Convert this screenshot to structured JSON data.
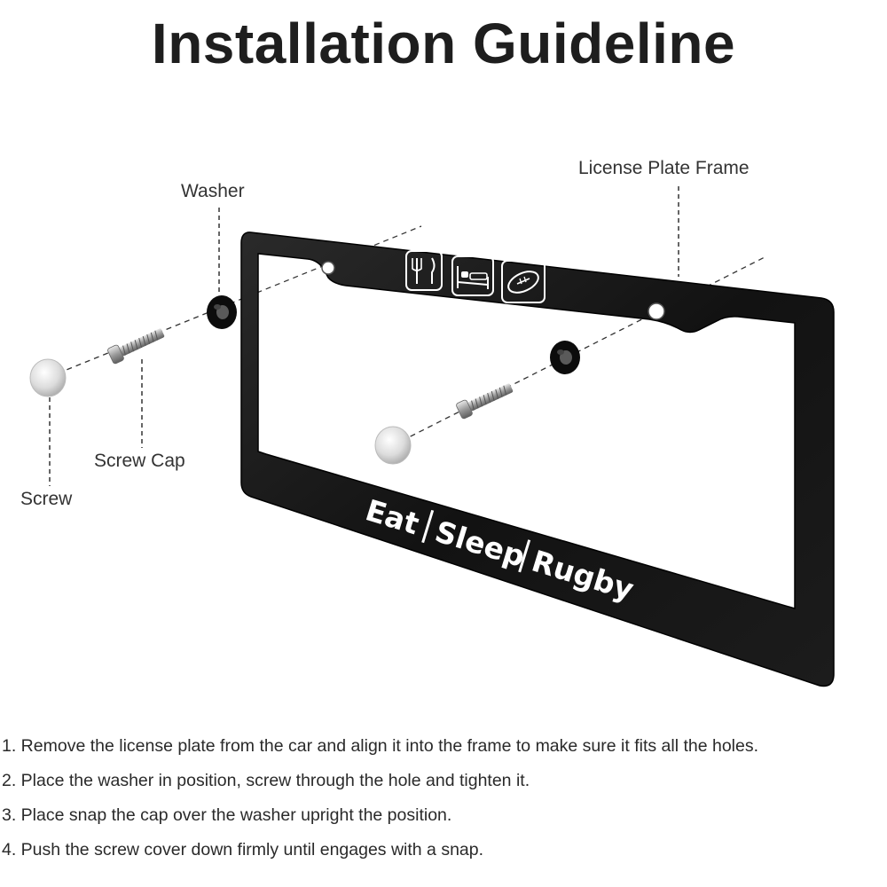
{
  "title": "Installation Guideline",
  "labels": {
    "license_plate_frame": "License Plate Frame",
    "washer": "Washer",
    "screw_cap": "Screw Cap",
    "screw": "Screw"
  },
  "frame": {
    "slogan_eat": "Eat",
    "slogan_sleep": "Sleep",
    "slogan_rugby": "Rugby",
    "icons": [
      "fork-knife-icon",
      "bed-icon",
      "rugby-ball-icon"
    ],
    "color": "#111111"
  },
  "steps": [
    "1. Remove the license plate from the car and align it into the frame to make sure it fits all the holes.",
    "2. Place the washer in position, screw through the hole and tighten it.",
    "3. Place snap the cap over the washer upright the position.",
    "4. Push the screw cover down firmly until engages with a snap."
  ]
}
